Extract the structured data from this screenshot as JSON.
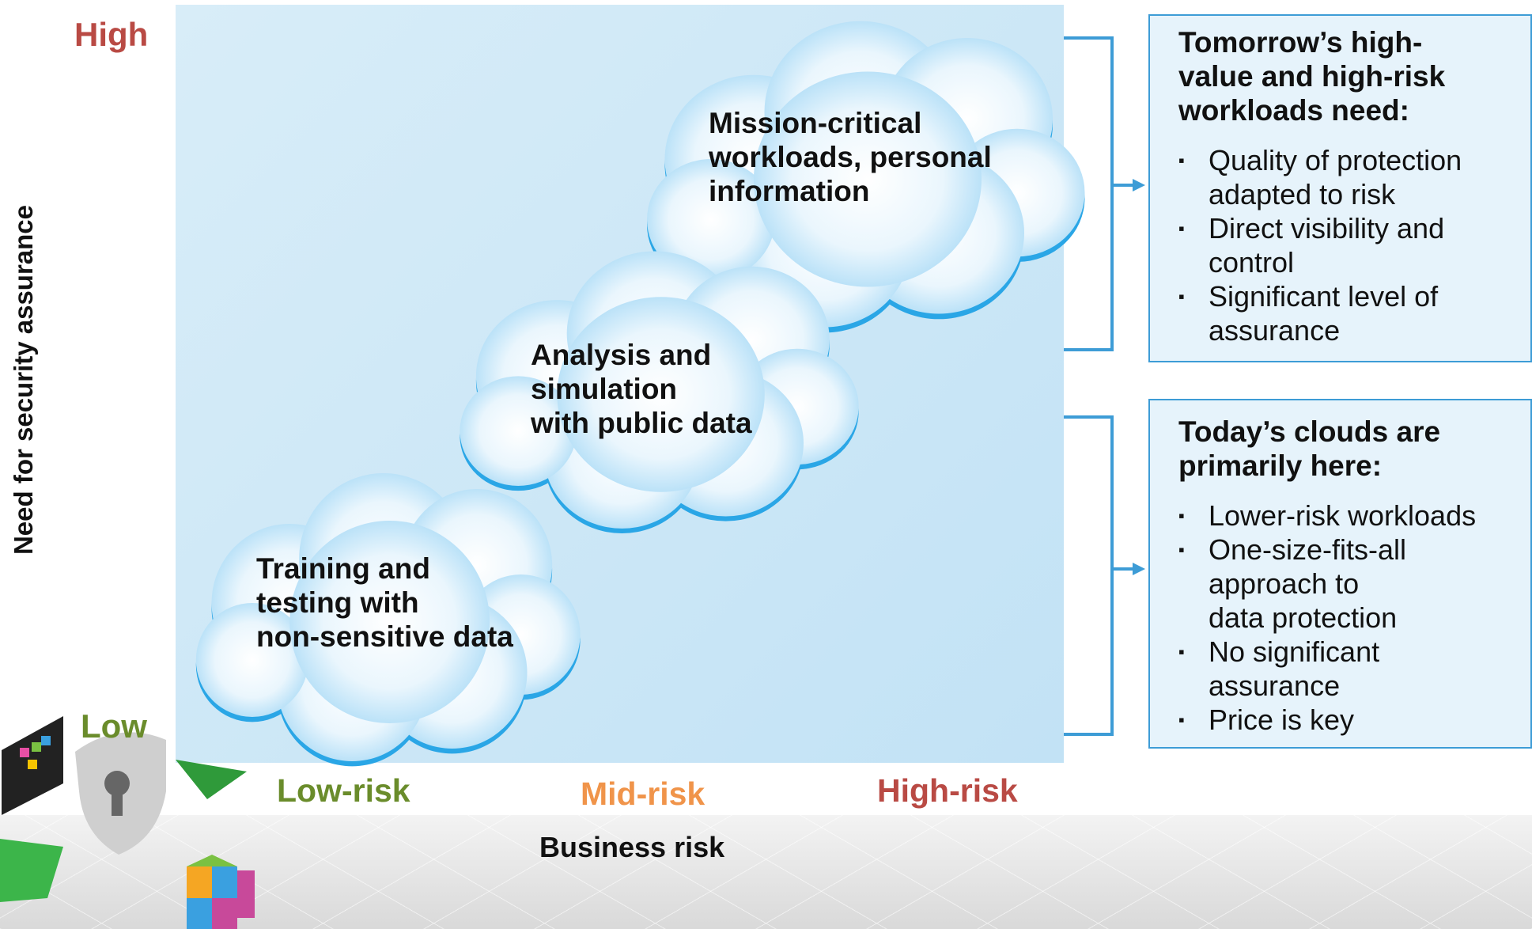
{
  "axes": {
    "y_label": "Need for security assurance",
    "y_high": "High",
    "y_low": "Low",
    "x_label": "Business risk",
    "x_low": "Low-risk",
    "x_mid": "Mid-risk",
    "x_high": "High-risk"
  },
  "clouds": [
    {
      "lines": [
        "Mission-critical",
        "workloads, personal",
        "information"
      ]
    },
    {
      "lines": [
        "Analysis and",
        "simulation",
        "with public data"
      ]
    },
    {
      "lines": [
        "Training and",
        "testing with",
        "non-sensitive data"
      ]
    }
  ],
  "top_box": {
    "title_lines": [
      "Tomorrow’s high-",
      "value and high-risk",
      "workloads need:"
    ],
    "items": [
      {
        "bullet": "▪",
        "lines": [
          "Quality of protection",
          "adapted to risk"
        ]
      },
      {
        "bullet": "▪",
        "lines": [
          "Direct visibility and",
          "control"
        ]
      },
      {
        "bullet": "▪",
        "lines": [
          "Significant level of",
          "assurance"
        ]
      }
    ]
  },
  "bottom_box": {
    "title_lines": [
      "Today’s clouds are",
      "primarily here:"
    ],
    "items": [
      {
        "bullet": "▪",
        "lines": [
          "Lower-risk workloads"
        ]
      },
      {
        "bullet": "▪",
        "lines": [
          "One-size-fits-all",
          "approach to",
          "data protection"
        ]
      },
      {
        "bullet": "▪",
        "lines": [
          "No significant",
          "assurance"
        ]
      },
      {
        "bullet": "▪",
        "lines": [
          "Price is key"
        ]
      }
    ]
  },
  "colors": {
    "high": "#b94a44",
    "low": "#6a8c2b",
    "mid": "#f0944a",
    "bracket": "#3d9cd6",
    "cloud_edge": "#2aa6e6"
  }
}
